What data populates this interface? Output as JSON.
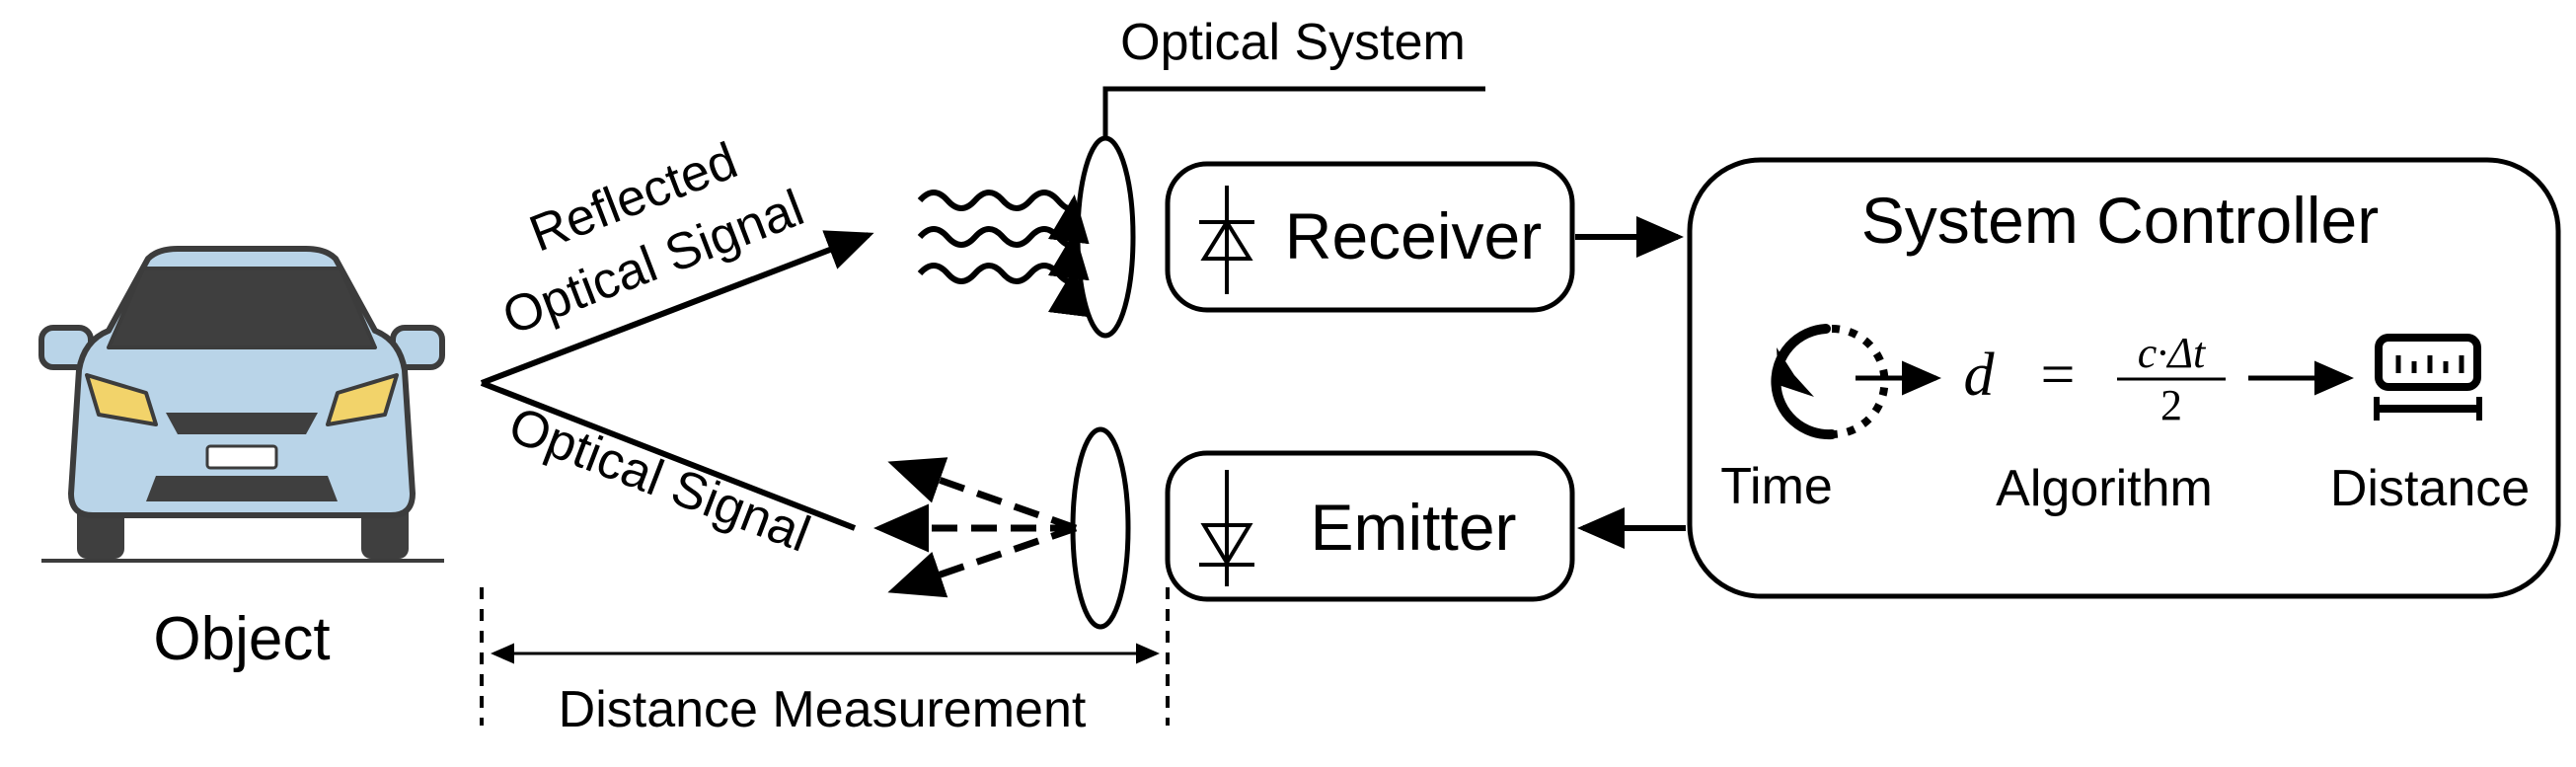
{
  "labels": {
    "optical_system": "Optical System",
    "reflected_line1": "Reflected",
    "reflected_line2": "Optical Signal",
    "optical_signal": "Optical Signal",
    "receiver": "Receiver",
    "emitter": "Emitter",
    "system_controller": "System Controller",
    "time": "Time",
    "algorithm": "Algorithm",
    "distance": "Distance",
    "object": "Object",
    "distance_measurement": "Distance Measurement"
  },
  "formula": {
    "lhs": "d",
    "equals": "=",
    "numerator": "c·Δt",
    "denominator": "2"
  },
  "colors": {
    "car_body": "#b9d4e8",
    "car_outline": "#3c3c3c",
    "car_dark": "#3f3f3f",
    "headlight": "#f2d36a",
    "line": "#000000"
  },
  "icons": [
    "car-icon",
    "clock-icon",
    "distance-meter-icon",
    "photodiode-icon",
    "laser-diode-icon",
    "lens-icon",
    "wave-icon"
  ]
}
